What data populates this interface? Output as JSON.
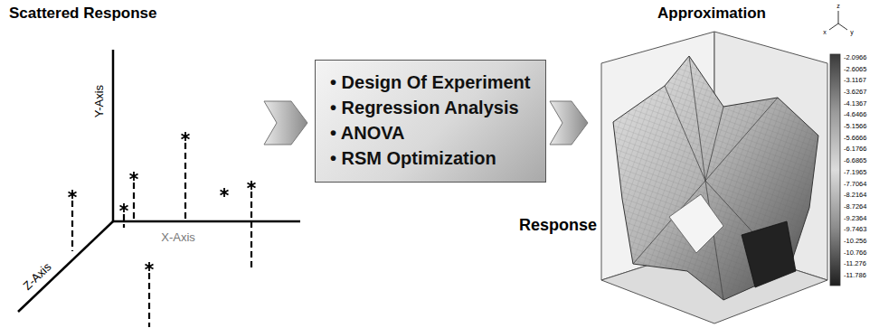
{
  "diagram": {
    "nodes": [
      {
        "text": [
          "• Design Of Experiment",
          "• Regression Analysis",
          "• ANOVA",
          "• RSM Optimization"
        ]
      }
    ],
    "labels": [
      "Scattered Response",
      "Y-Axis",
      "X-Axis",
      "Z-Axis",
      "Approximation",
      "Response",
      "z",
      "x",
      "y",
      "-2.0966",
      "-2.6065",
      "-3.1167",
      "-3.6267",
      "-4.1367",
      "-4.6466",
      "-5.1566",
      "-5.6666",
      "-6.1766",
      "-6.6865",
      "-7.1965",
      "-7.7064",
      "-8.2164",
      "-8.7264",
      "-9.2364",
      "-9.7463",
      "-10.256",
      "-10.766",
      "-11.276",
      "-11.786"
    ]
  }
}
